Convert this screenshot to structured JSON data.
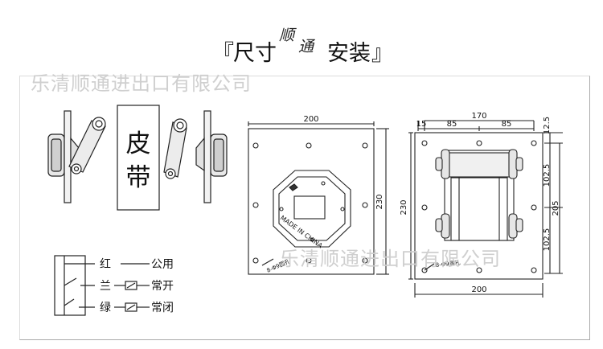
{
  "title": {
    "open_bracket": "『",
    "main": "尺寸",
    "brand_1": "顺",
    "brand_2": "通",
    "suffix": "安装",
    "close_bracket": "』"
  },
  "watermark": {
    "top": "乐清顺通进出口有限公司",
    "mid": "乐清顺通进出口有限公司"
  },
  "belt": {
    "line1": "皮",
    "line2": "带"
  },
  "wiring": {
    "rows": [
      {
        "left": "红",
        "right": "公用"
      },
      {
        "left": "兰",
        "right": "常开"
      },
      {
        "left": "绿",
        "right": "常闭"
      }
    ]
  },
  "front_view": {
    "width_dim": "200",
    "height_dim": "230",
    "plate_text": "MADE IN CHINA",
    "bolt_label": "8-Φ9圆孔"
  },
  "side_view": {
    "dims_top": [
      "170",
      "15",
      "85",
      "85"
    ],
    "dims_right": [
      "12.5",
      "102.5",
      "205",
      "102.5"
    ],
    "height_dim": "230",
    "width_dim": "200",
    "bolt_label": "8-Φ9圆孔"
  }
}
